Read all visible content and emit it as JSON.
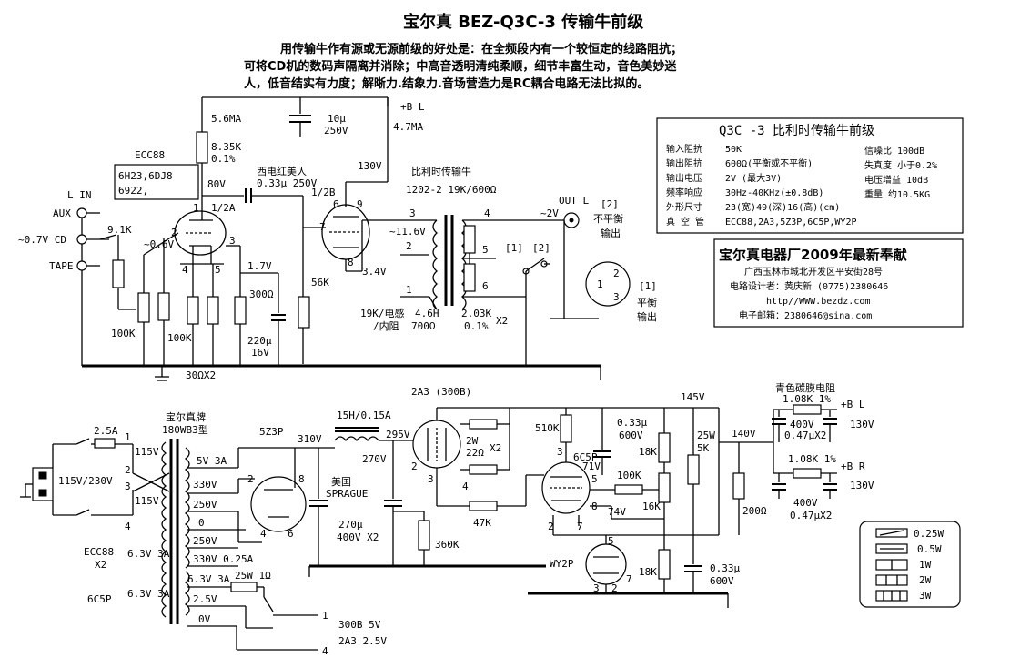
{
  "title": "宝尔真 BEZ-Q3C-3 传输牛前级",
  "intro": [
    "用传输牛作有源或无源前级的好处是：在全频段内有一个较恒定的线路阻抗；",
    "可将CD机的数码声隔离并消除；中高音透明清纯柔顺，细节丰富生动，音色美妙迷",
    "人，低音结实有力度；解晰力.结象力.音场营造力是RC耦合电路无法比拟的。"
  ],
  "spec_box": {
    "title": "Q3C -3 比利时传输牛前级",
    "rows": [
      {
        "label": "输入阻抗",
        "value": "50K"
      },
      {
        "label": "输出阻抗",
        "value": "600Ω(平衡或不平衡)"
      },
      {
        "label": "输出电压",
        "value": "2V  (最大3V)"
      },
      {
        "label": "频率响应",
        "value": "30Hz-40KHz(±0.8dB)"
      },
      {
        "label": "外形尺寸",
        "value": "23(宽)49(深)16(高)(cm)"
      },
      {
        "label": "真 空 管",
        "value": "ECC88,2A3,5Z3P,6C5P,WY2P"
      }
    ],
    "right_rows": [
      "信噪比 100dB",
      "失真度 小于0.2%",
      "电压增益 10dB",
      "重量 约10.5KG"
    ]
  },
  "factory_box": {
    "name": "宝尔真电器厂2009年最新奉献",
    "address": "广西玉林市城北开发区平安街28号",
    "designer": "电路设计者：黄庆新   (0775)2380646",
    "website": "http//WWW.bezdz.com",
    "email": "电子邮箱：2380646@sina.com"
  },
  "preamp": {
    "labels": {
      "rail": "+B L",
      "i1": "5.6MA",
      "r1": "8.35K",
      "r1tol": "0.1%",
      "tube": "ECC88",
      "subs1": "6H23,6DJ8",
      "subs2": "6922,",
      "v80": "80V",
      "half_a": "1/2A",
      "half_b": "1/2B",
      "cap1": "西电红美人",
      "cap1v": "0.33μ 250V",
      "c10": "10μ",
      "c10v": "250V",
      "i2": "4.7MA",
      "v130": "130V",
      "tx": "比利时传输牛",
      "tx_spec": "1202-2 19K/600Ω",
      "lin": "L IN",
      "aux": "AUX",
      "cd": "~0.7V CD",
      "tape": "TAPE",
      "r91": "9.1K",
      "v06": "~0.6V",
      "r100a": "100K",
      "r100b": "100K",
      "r30": "30ΩX2",
      "v17": "1.7V",
      "r300": "300Ω",
      "c220": "220μ",
      "c16": "16V",
      "r56": "56K",
      "v34": "3.4V",
      "v116": "~11.6V",
      "tx_note1": "19K/电感",
      "tx_note2": "/内阻",
      "tx_l": "4.6H",
      "tx_r": "700Ω",
      "r203": "2.03K",
      "r203tol": "0.1%",
      "x2": "X2",
      "outl": "OUT L",
      "v2": "~2V",
      "ub": "[2]",
      "ub1": "不平衡",
      "ub2": "输出",
      "bb": "[1]",
      "bb1": "平衡",
      "bb2": "输出",
      "sw1": "[1]",
      "sw2": "[2]",
      "p1": "1",
      "p2": "2",
      "p3": "3",
      "p4": "4",
      "p5": "5",
      "p6": "6",
      "p7": "7",
      "p8": "8",
      "p9": "9"
    }
  },
  "psu": {
    "labels": {
      "brand": "宝尔真牌",
      "xfmr": "180WB3型",
      "fuse": "2.5A",
      "mains": "115V/230V",
      "v115a": "115V",
      "v115b": "115V",
      "s5v": "5V 3A",
      "s330a": "330V",
      "s250a": "250V",
      "s0": "0",
      "s250b": "250V",
      "s330b": "330V  0.25A",
      "rect": "5Z3P",
      "v310": "310V",
      "choke": "15H/0.15A",
      "v295": "295V",
      "v270": "270V",
      "sprague1": "美国",
      "sprague2": "SPRAGUE",
      "c270": "270μ",
      "c270v": "400V  X2",
      "r360": "360K",
      "ecc88": "ECC88",
      "x2": "X2",
      "c5p": "6C5P",
      "h1": "6.3V 3A",
      "h2": "6.3V 3A",
      "h3": "6.3V 3A",
      "r25": "25W 1Ω",
      "h25": "2.5V",
      "h0": "0V",
      "f300b": "300B  5V",
      "f2a3": "2A3 2.5V",
      "t2a3": "2A3 (300B)",
      "r2w": "2W",
      "r22": "22Ω",
      "rx2": "X2",
      "r510": "510K",
      "c033": "0.33μ",
      "c600": "600V",
      "v71": "71V",
      "t6c5p": "6C5P",
      "r100k": "100K",
      "r47k": "47K",
      "r16k": "16K",
      "v74": "74V",
      "r18a": "18K",
      "r18b": "18K",
      "twy2p": "WY2P",
      "c033b": "0.33μ",
      "c600b": "600V",
      "v145": "145V",
      "r25w": "25W",
      "r5k": "5K",
      "v140": "140V",
      "r200": "200Ω",
      "cyan": "青色碳膜电阻",
      "r108a": "1.08K 1%",
      "r108b": "1.08K 1%",
      "bl": "+B L",
      "br": "+B R",
      "v130a": "130V",
      "v130b": "130V",
      "c400a": "400V",
      "c047a": "0.47μX2",
      "c400b": "400V",
      "c047b": "0.47μX2"
    }
  },
  "legend": [
    "0.25W",
    "0.5W",
    "1W",
    "2W",
    "3W"
  ]
}
